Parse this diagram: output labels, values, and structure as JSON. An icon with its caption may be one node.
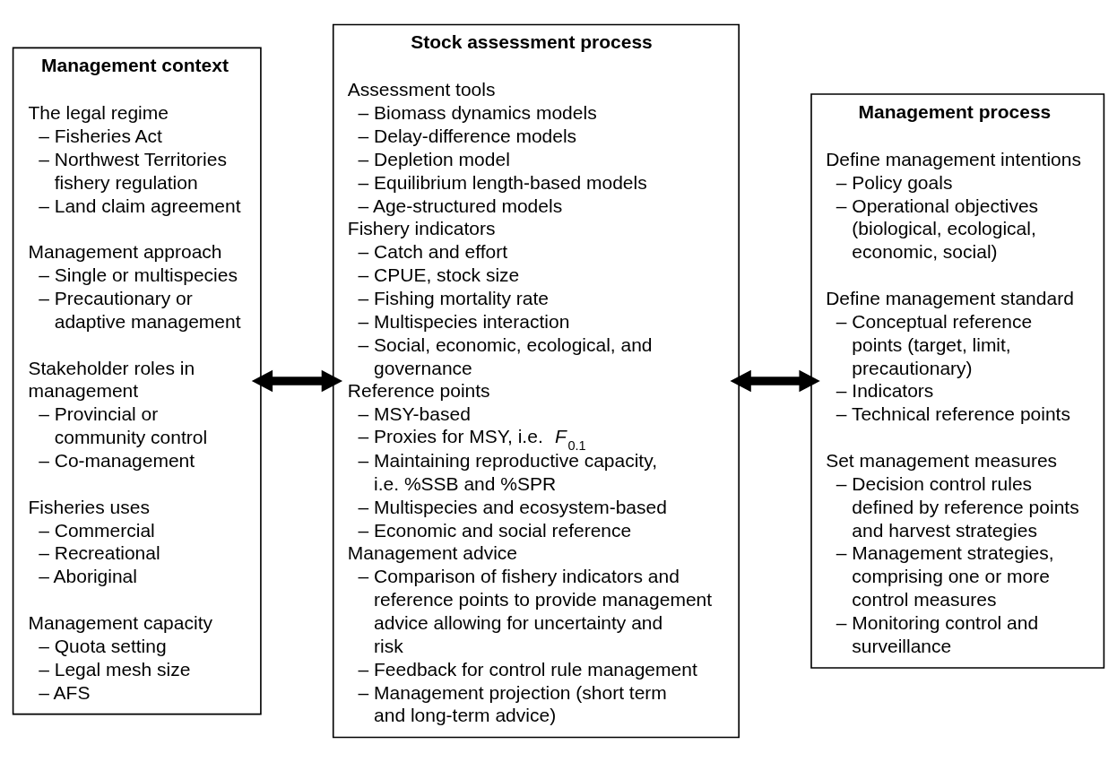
{
  "diagram": {
    "nodes": [
      {
        "text": [
          "Management context",
          "The legal regime",
          "– Fisheries Act",
          "– Northwest Territories fishery regulation",
          "– Land claim agreement",
          "Management approach",
          "– Single or multispecies",
          "– Precautionary or adaptive management",
          "Stakeholder roles in management",
          "– Provincial or community control",
          "– Co-management",
          "Fisheries uses",
          "– Commercial",
          "– Recreational",
          "– Aboriginal",
          "Management capacity",
          "– Quota setting",
          "– Legal mesh size",
          "– AFS"
        ]
      },
      {
        "text": [
          "Stock assessment process",
          "Assessment tools",
          "– Biomass dynamics models",
          "– Delay-difference models",
          "– Depletion model",
          "– Equilibrium length-based models",
          "– Age-structured models",
          "Fishery indicators",
          "– Catch and effort",
          "– CPUE, stock size",
          "– Fishing mortality rate",
          "– Multispecies interaction",
          "– Social, economic, ecological, and governance",
          "Reference points",
          "– MSY-based",
          "– Proxies for MSY, i.e. *F*$_{0.1}$",
          "– Maintaining reproductive capacity, i.e. %SSB and %SPR",
          "– Multispecies and ecosystem-based",
          "– Economic and social reference",
          "Management advice",
          "– Comparison of fishery indicators and reference points to provide management advice allowing for uncertainty and risk",
          "– Feedback for control rule management",
          "– Management projection (short term and long-term advice)"
        ]
      },
      {
        "text": [
          "Management process",
          "Define management intentions",
          "– Policy goals",
          "– Operational objectives (biological, ecological, economic, social)",
          "Define management standard",
          "– Conceptual reference points (target, limit, precautionary)",
          "– Indicators",
          "– Technical reference points",
          "Set management measures",
          "– Decision control rules defined by reference points and harvest strategies",
          "– Management strategies, comprising one or more control measures",
          "– Monitoring control and surveillance"
        ]
      }
    ],
    "edges": [
      {
        "from": 0,
        "to": 1,
        "arrow": "both"
      },
      {
        "from": 1,
        "to": 2,
        "arrow": "both"
      }
    ]
  }
}
